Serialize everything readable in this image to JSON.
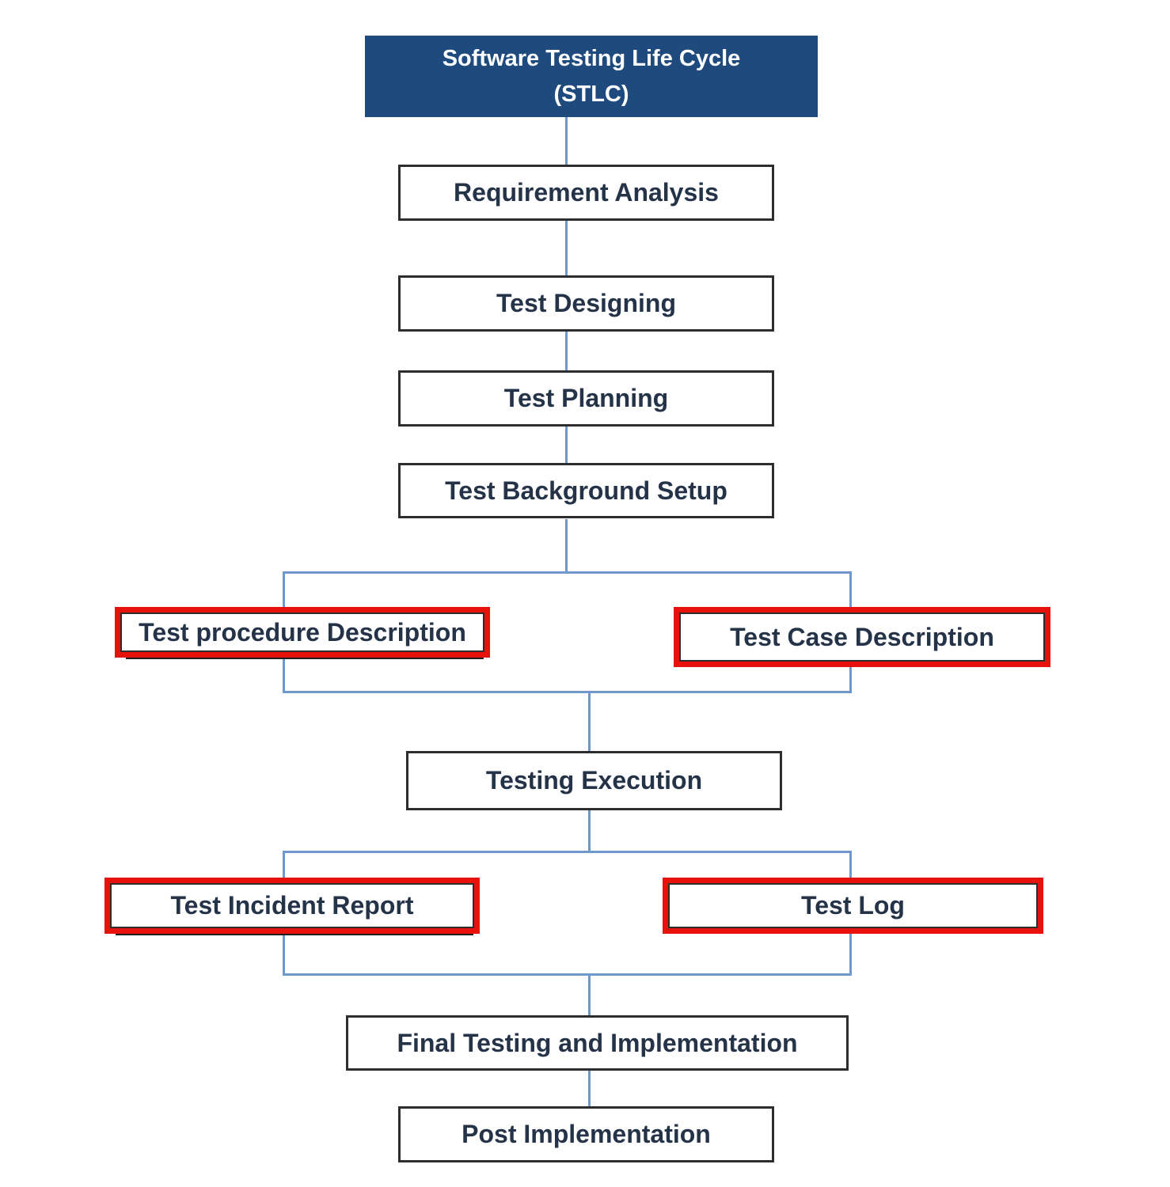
{
  "colors": {
    "title_bg": "#1F4A7E",
    "title_text": "#FFFFFF",
    "box_bg": "#FFFFFF",
    "box_border": "#2D2D2D",
    "box_text": "#253349",
    "connector": "#6F99CE",
    "highlight_border": "#E8120D"
  },
  "title": {
    "line1": "Software Testing Life Cycle",
    "line2": "(STLC)"
  },
  "nodes": {
    "requirement_analysis": "Requirement Analysis",
    "test_designing": "Test Designing",
    "test_planning": "Test Planning",
    "test_background_setup": "Test Background Setup",
    "test_procedure_description": "Test procedure Description",
    "test_case_description": "Test Case Description",
    "testing_execution": "Testing Execution",
    "test_incident_report": "Test Incident Report",
    "test_log": "Test Log",
    "final_testing_and_implementation": "Final Testing and Implementation",
    "post_implementation": "Post Implementation"
  }
}
